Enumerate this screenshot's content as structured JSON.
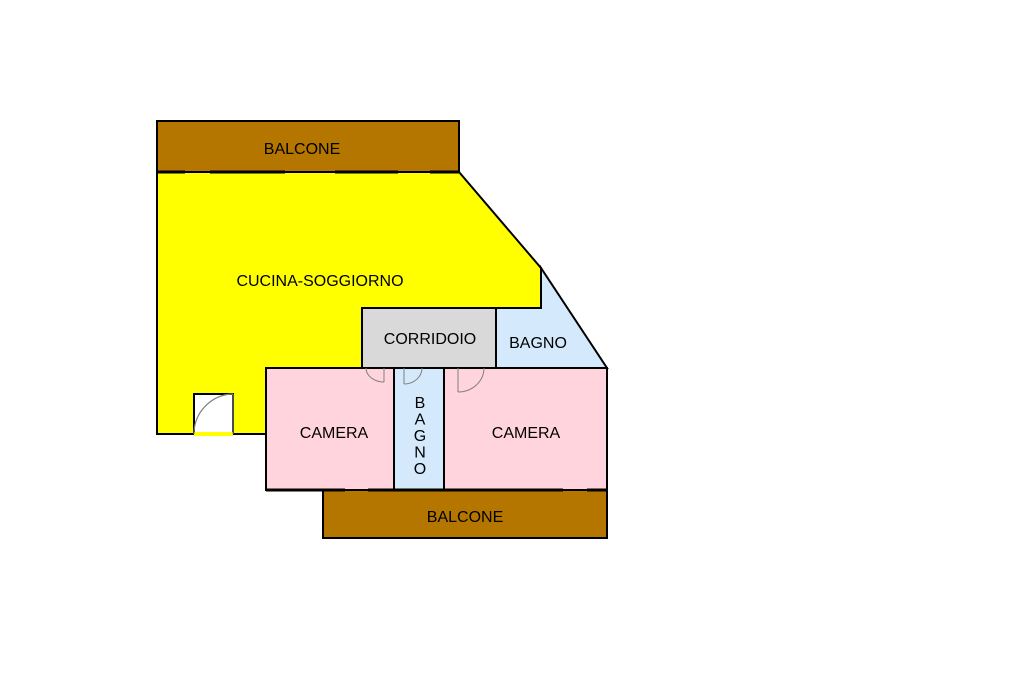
{
  "colors": {
    "balcone": "#b57600",
    "soggiorno": "#ffff00",
    "corridoio": "#d9d9d9",
    "bagno": "#d4e9fc",
    "camera": "#ffd4dc",
    "wall": "#000000"
  },
  "rooms": {
    "balcone_top": "BALCONE",
    "cucina_soggiorno": "CUCINA-SOGGIORNO",
    "corridoio": "CORRIDOIO",
    "bagno_right": "BAGNO",
    "camera_left": "CAMERA",
    "bagno_vertical": "BAGNO",
    "camera_right": "CAMERA",
    "balcone_bottom": "BALCONE"
  }
}
